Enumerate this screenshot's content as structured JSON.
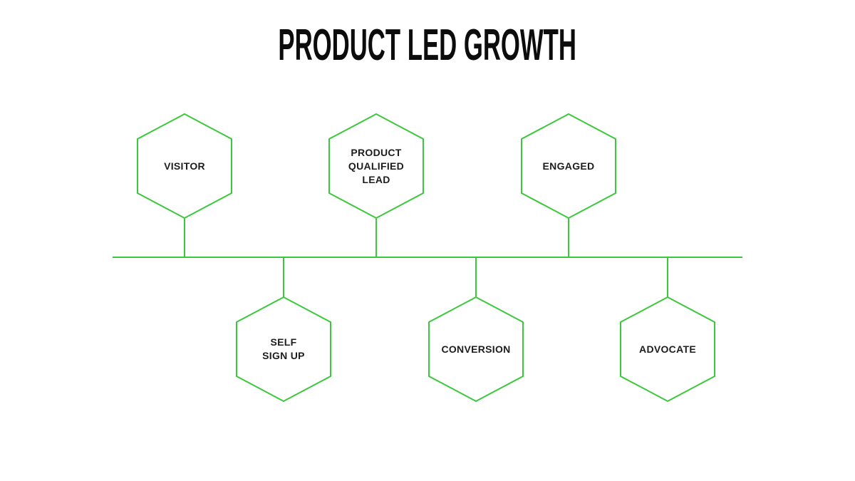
{
  "title": "PRODUCT LED GROWTH",
  "colors": {
    "accent_green": "#3cc83c",
    "title_text": "#0c0c0c",
    "label_text": "#1d1d1d",
    "background": "#ffffff"
  },
  "diagram": {
    "type": "hexagon-timeline",
    "stages": [
      {
        "label": "VISITOR",
        "row": "top"
      },
      {
        "label": "SELF\nSIGN UP",
        "row": "bottom"
      },
      {
        "label": "PRODUCT\nQUALIFIED\nLEAD",
        "row": "top"
      },
      {
        "label": "CONVERSION",
        "row": "bottom"
      },
      {
        "label": "ENGAGED",
        "row": "top"
      },
      {
        "label": "ADVOCATE",
        "row": "bottom"
      }
    ]
  }
}
